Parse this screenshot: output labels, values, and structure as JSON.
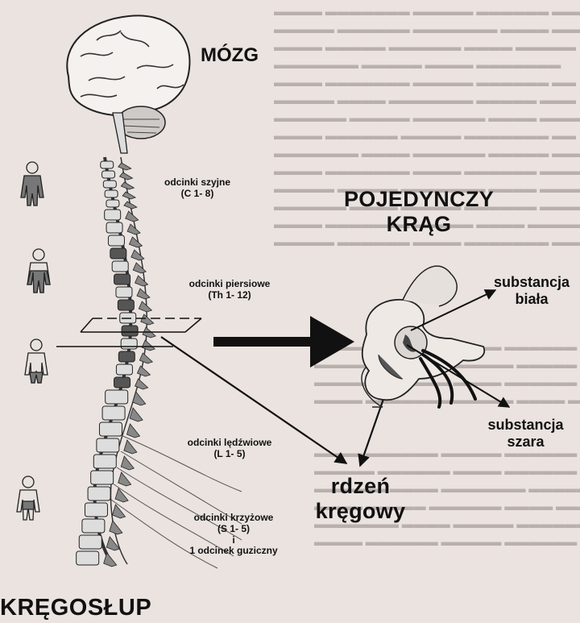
{
  "labels": {
    "brain": "MÓZG",
    "single_vertebra_line1": "POJEDYNCZY",
    "single_vertebra_line2": "KRĄG",
    "white_matter_line1": "substancja",
    "white_matter_line2": "biała",
    "grey_matter_line1": "substancja",
    "grey_matter_line2": "szara",
    "spinal_cord_line1": "rdzeń",
    "spinal_cord_line2": "kręgowy",
    "spine": "KRĘGOSŁUP"
  },
  "segments": {
    "cervical_name": "odcinki szyjne",
    "cervical_range": "(C 1- 8)",
    "thoracic_name": "odcinki piersiowe",
    "thoracic_range": "(Th 1- 12)",
    "lumbar_name": "odcinki lędźwiowe",
    "lumbar_range": "(L 1- 5)",
    "sacral_name": "odcinki krzyżowe",
    "sacral_range": "(S 1- 5)",
    "sacral_and": "i",
    "coccyx": "1 odcinek guziczny"
  },
  "colors": {
    "background": "#eae3df",
    "ink": "#111111",
    "bone_dark": "#555555",
    "bone_light": "#dddddd"
  }
}
